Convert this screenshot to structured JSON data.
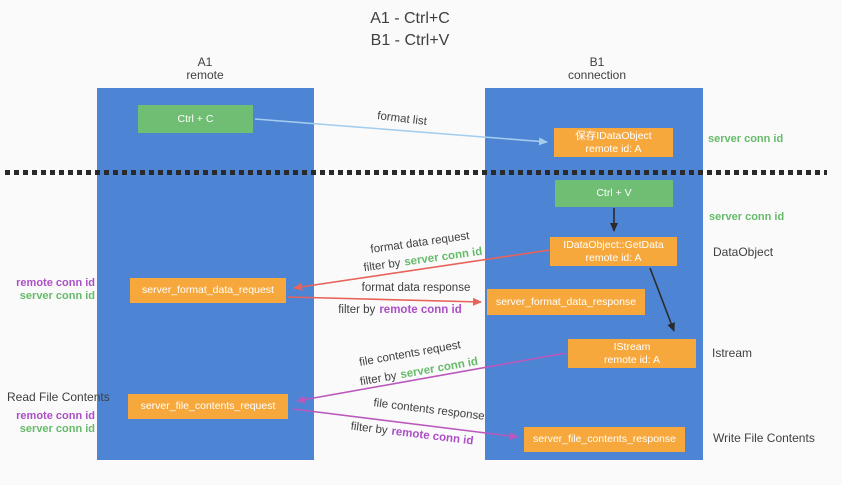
{
  "title": {
    "line1": "A1 - Ctrl+C",
    "line2": "B1 - Ctrl+V"
  },
  "columns": {
    "left": {
      "id": "A1",
      "role": "remote"
    },
    "right": {
      "id": "B1",
      "role": "connection"
    }
  },
  "boxes": {
    "ctrl_c": "Ctrl + C",
    "ctrl_v": "Ctrl + V",
    "save_idataobject": {
      "line1": "保存IDataObject",
      "line2": "remote id: A"
    },
    "getdata": {
      "line1": "IDataObject::GetData",
      "line2": "remote id: A"
    },
    "istream": {
      "line1": "IStream",
      "line2": "remote id: A"
    },
    "format_request": "server_format_data_request",
    "format_response": "server_format_data_response",
    "file_request": "server_file_contents_request",
    "file_response": "server_file_contents_response"
  },
  "side_labels": {
    "server_conn_id_top": "server conn id",
    "server_conn_id_mid": "server conn id",
    "dataobject": "DataObject",
    "istream": "Istream",
    "write_file_contents": "Write File Contents",
    "read_file_contents": "Read File Contents",
    "left_remote_conn_id_1": "remote conn id",
    "left_server_conn_id_1": "server conn id",
    "left_remote_conn_id_2": "remote conn id",
    "left_server_conn_id_2": "server conn id"
  },
  "arrow_labels": {
    "format_list": "format list",
    "format_data_request": "format data request",
    "format_data_response": "format data response",
    "file_contents_request": "file contents request",
    "file_contents_response": "file contents response",
    "filters": [
      {
        "prefix": "filter by",
        "value": "server conn id"
      },
      {
        "prefix": "filter by",
        "value": "remote conn id"
      },
      {
        "prefix": "filter by",
        "value": "server conn id"
      },
      {
        "prefix": "filter by",
        "value": "remote conn id"
      }
    ]
  },
  "colors": {
    "bg": "#fafafa",
    "column": "#4d84d4",
    "green_box": "#6fbe73",
    "orange_box": "#f7a83d",
    "arrow_blue": "#a5cdee",
    "arrow_red": "#e8635a",
    "arrow_purple": "#bb58bd",
    "arrow_black": "#2b2b2b",
    "text_dark": "#3f3f3f",
    "text_green": "#66bb6a",
    "text_purple": "#ac4fc6"
  }
}
